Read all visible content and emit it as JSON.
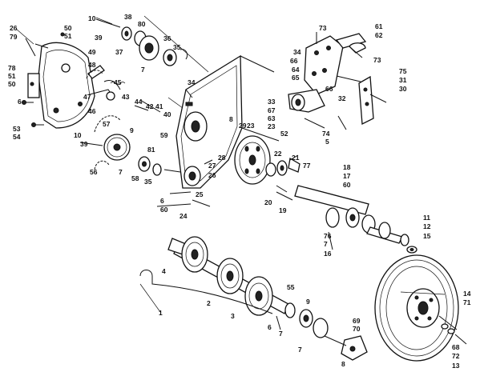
{
  "labels": [
    "1",
    "2",
    "3",
    "4",
    "5",
    "6",
    "7",
    "8",
    "9",
    "10",
    "11",
    "12",
    "13",
    "14",
    "15",
    "16",
    "17",
    "18",
    "19",
    "20",
    "21",
    "22",
    "23",
    "24",
    "25",
    "26",
    "27",
    "28",
    "29",
    "30",
    "31",
    "32",
    "33",
    "34",
    "35",
    "36",
    "37",
    "38",
    "39",
    "40",
    "41",
    "42",
    "43",
    "44",
    "45",
    "46",
    "47",
    "48",
    "49",
    "50",
    "51",
    "52",
    "53",
    "54",
    "55",
    "56",
    "57",
    "58",
    "59",
    "60",
    "61",
    "62",
    "63",
    "64",
    "65",
    "66",
    "67",
    "68",
    "69",
    "70",
    "71",
    "72",
    "73",
    "74",
    "75",
    "76",
    "77",
    "78",
    "79",
    "80",
    "81"
  ]
}
